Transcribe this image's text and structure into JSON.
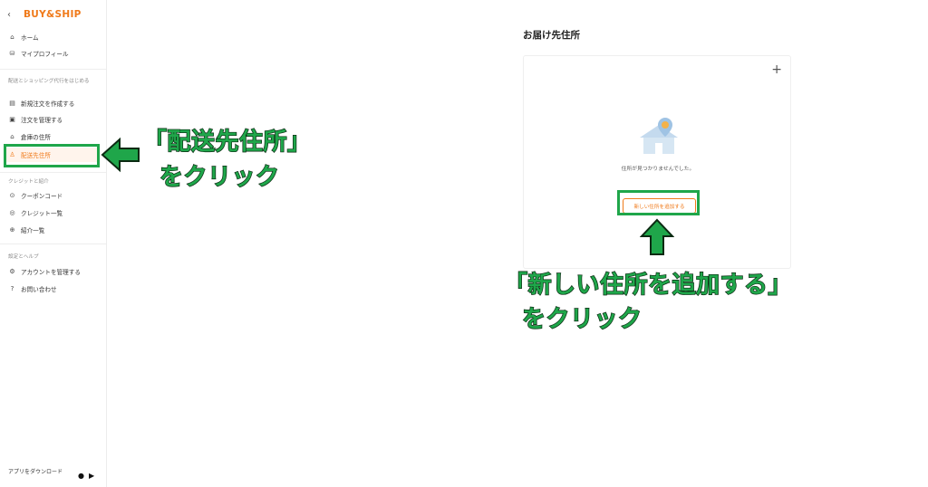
{
  "sidebar": {
    "brand": "BUY&SHIP",
    "nav_top": [
      {
        "label": "ホーム",
        "icon": "home-icon"
      },
      {
        "label": "マイプロフィール",
        "icon": "profile-icon"
      }
    ],
    "section_shipping": "配送とショッピング代行をはじめる",
    "nav_shipping": [
      {
        "label": "新規注文を作成する",
        "icon": "document-icon"
      },
      {
        "label": "注文を管理する",
        "icon": "box-icon"
      },
      {
        "label": "倉庫の住所",
        "icon": "warehouse-icon"
      },
      {
        "label": "配送先住所",
        "icon": "person-pin-icon",
        "active": true
      }
    ],
    "section_credit": "クレジットと紹介",
    "nav_credit": [
      {
        "label": "クーポンコード",
        "icon": "coupon-icon"
      },
      {
        "label": "クレジット一覧",
        "icon": "credit-icon"
      },
      {
        "label": "紹介一覧",
        "icon": "gift-icon"
      }
    ],
    "section_settings": "設定とヘルプ",
    "nav_settings": [
      {
        "label": "アカウントを管理する",
        "icon": "gear-icon"
      },
      {
        "label": "お問い合わせ",
        "icon": "help-icon"
      }
    ],
    "app_download": "アプリをダウンロード"
  },
  "main": {
    "title": "お届け先住所",
    "empty_message": "住所が見つかりませんでした。",
    "add_button": "新しい住所を追加する"
  },
  "annotations": {
    "step1_line1": "「配送先住所」",
    "step1_line2": "をクリック",
    "step2_line1": "「新しい住所を追加する」",
    "step2_line2": "をクリック"
  },
  "colors": {
    "accent": "#f07a1a",
    "annotation_green": "#1fa64a"
  }
}
